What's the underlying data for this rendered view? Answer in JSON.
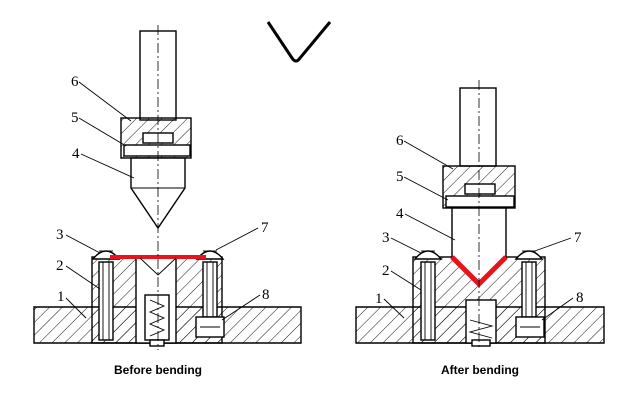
{
  "diagram": {
    "part_numbers_before": [
      "1",
      "2",
      "3",
      "4",
      "5",
      "6",
      "7",
      "8"
    ],
    "part_numbers_after": [
      "1",
      "2",
      "3",
      "4",
      "5",
      "6",
      "7",
      "8"
    ],
    "caption_before": "Before bending",
    "caption_after": "After bending",
    "colors": {
      "line": "#000000",
      "workpiece": "#e8141c",
      "background": "#ffffff"
    },
    "icons": [
      "v-bend-symbol-icon"
    ]
  }
}
